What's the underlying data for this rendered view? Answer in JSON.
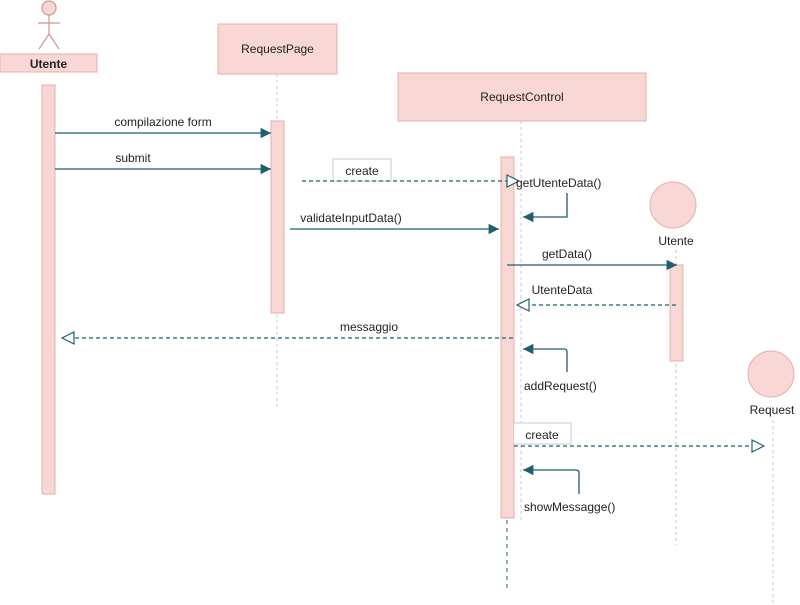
{
  "colors": {
    "box_fill": "#f8d7d4",
    "box_stroke": "#e3b0ab",
    "activation_fill": "#f8d7d4",
    "activation_stroke": "#e3b0ab",
    "arrow": "#1f5f6e",
    "lifeline": "#c7cdd2",
    "actor_stroke": "#c79a96"
  },
  "participants": {
    "actor_utente": {
      "label": "Utente",
      "icon": "actor-stick-figure-icon"
    },
    "request_page": {
      "label": "RequestPage"
    },
    "request_control": {
      "label": "RequestControl"
    },
    "entity_utente": {
      "label": "Utente",
      "icon": "entity-circle-icon"
    },
    "entity_request": {
      "label": "Request",
      "icon": "entity-circle-icon"
    }
  },
  "messages": {
    "compilazione_form": "compilazione form",
    "submit": "submit",
    "create_control": "create",
    "get_utente_data": "getUtenteData()",
    "validate_input_data": "validateInputData()",
    "get_data": "getData()",
    "utente_data": "UtenteData",
    "messaggio": "messaggio",
    "add_request": "addRequest()",
    "create_request": "create",
    "show_messagge": "showMessagge()"
  }
}
